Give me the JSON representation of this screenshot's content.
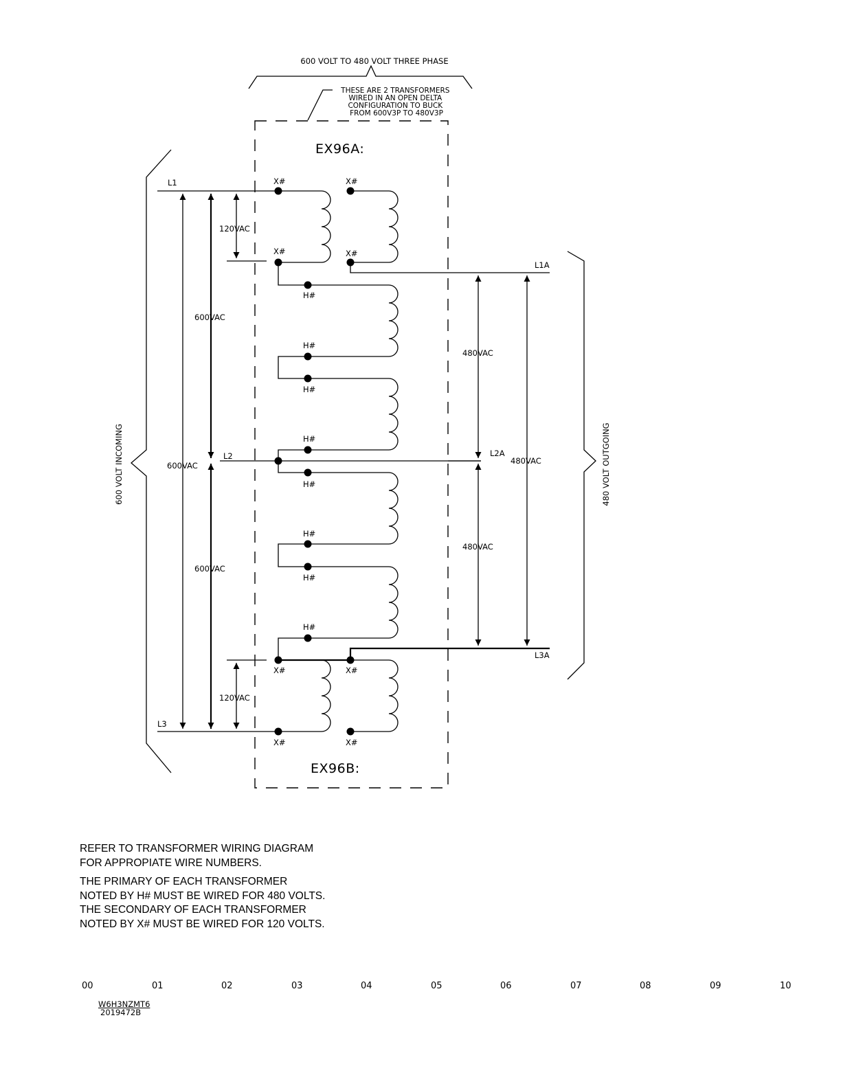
{
  "header": {
    "title": "600 VOLT TO 480 VOLT THREE PHASE",
    "callout_lines": [
      "THESE ARE 2 TRANSFORMERS",
      "WIRED IN AN OPEN DELTA",
      "CONFIGURATION TO BUCK",
      "FROM 600V3P TO 480V3P"
    ]
  },
  "transformers": {
    "top_name": "EX96A:",
    "bottom_name": "EX96B:"
  },
  "incoming": {
    "label": "600 VOLT INCOMING",
    "lines": {
      "l1": "L1",
      "l2": "L2",
      "l3": "L3"
    },
    "voltages": {
      "l1_l2": "600VAC",
      "l1_l3": "600VAC",
      "l2_l3": "600VAC",
      "secondary_top": "120VAC",
      "secondary_bottom": "120VAC"
    }
  },
  "outgoing": {
    "label": "480 VOLT OUTGOING",
    "lines": {
      "l1a": "L1A",
      "l2a": "L2A",
      "l3a": "L3A"
    },
    "voltages": {
      "l1a_l2a": "480VAC",
      "l1a_l3a": "480VAC",
      "l2a_l3a": "480VAC"
    }
  },
  "terminals": {
    "secondary": "X#",
    "primary": "H#"
  },
  "notes": [
    "REFER TO TRANSFORMER WIRING DIAGRAM FOR APPROPIATE WIRE NUMBERS.",
    "THE PRIMARY OF EACH TRANSFORMER NOTED BY H# MUST BE WIRED FOR 480 VOLTS.  THE SECONDARY OF EACH TRANSFORMER NOTED BY X# MUST BE WIRED FOR 120 VOLTS."
  ],
  "ruler": [
    "00",
    "01",
    "02",
    "03",
    "04",
    "05",
    "06",
    "07",
    "08",
    "09",
    "10"
  ],
  "drawing": {
    "number": "W6H3NZMT6",
    "revision": "2019472B"
  }
}
